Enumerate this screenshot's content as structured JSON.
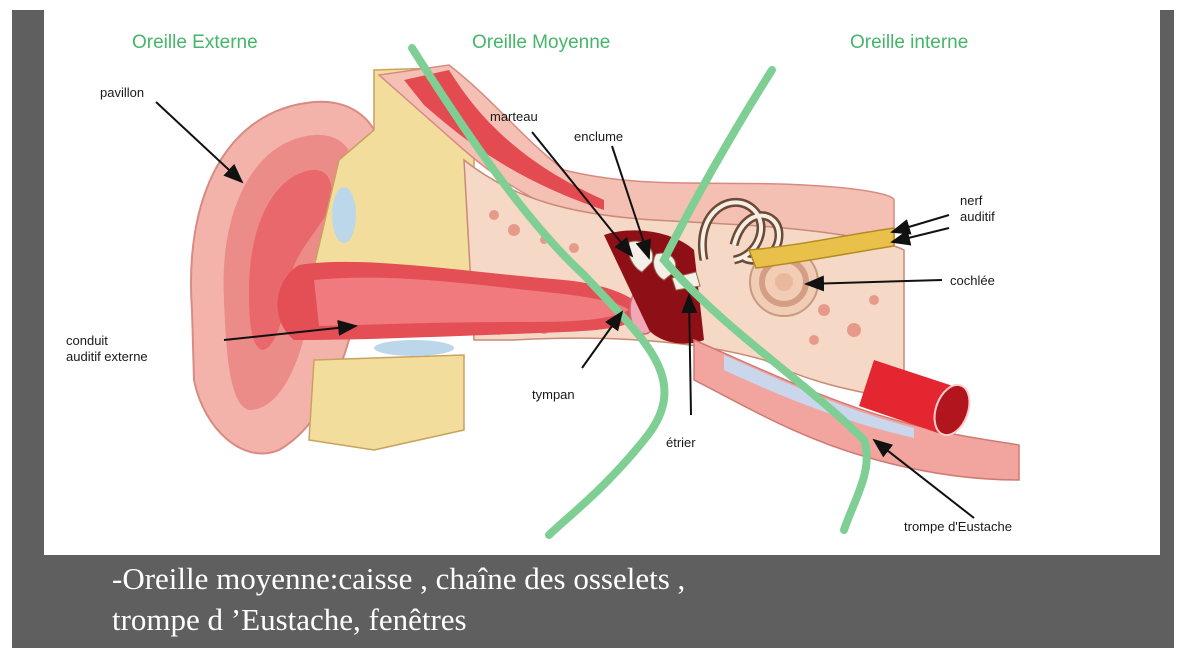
{
  "regions": {
    "outer": "Oreille Externe",
    "middle": "Oreille Moyenne",
    "inner": "Oreille interne"
  },
  "labels": {
    "pavillon": "pavillon",
    "conduit_line1": "conduit",
    "conduit_line2": "auditif externe",
    "marteau": "marteau",
    "enclume": "enclume",
    "nerf_line1": "nerf",
    "nerf_line2": "auditif",
    "cochlee": "cochlée",
    "tympan": "tympan",
    "etrier": "étrier",
    "trompe": "trompe d'Eustache"
  },
  "caption": {
    "line1": "-Oreille moyenne:caisse , chaîne des osselets ,",
    "line2": "trompe d ’Eustache, fenêtres"
  },
  "colors": {
    "panel": "#5f5f5f",
    "region_text": "#45b56a",
    "divider": "#7fcf95",
    "skin": "#f0a6a0",
    "flesh": "#e34f55",
    "fat": "#f3dd9c",
    "bone": "#f6d8c6"
  }
}
